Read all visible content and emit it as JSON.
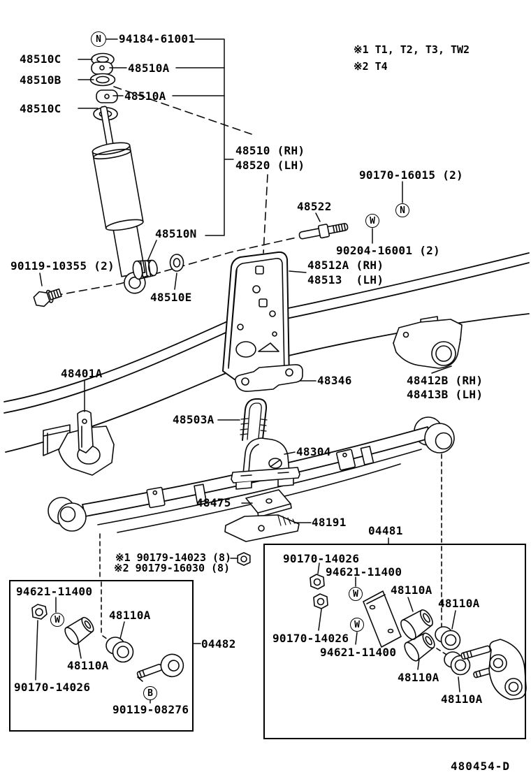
{
  "diagram": {
    "symbols": {
      "nut": "N",
      "washer": "W",
      "bolt": "B"
    },
    "notes": {
      "variant1": "※1 T1, T2, T3, TW2",
      "variant2": "※2 T4",
      "fastener1": "※1 90179-14023 (8)",
      "fastener2": "※2 90179-16030 (8)"
    },
    "drawing_code": "480454-D",
    "labels": [
      {
        "id": "nut-94184",
        "text": "94184-61001"
      },
      {
        "id": "48510C-upper",
        "text": "48510C"
      },
      {
        "id": "48510A-upper",
        "text": "48510A"
      },
      {
        "id": "48510B",
        "text": "48510B"
      },
      {
        "id": "48510A-lower",
        "text": "48510A"
      },
      {
        "id": "48510C-lower",
        "text": "48510C"
      },
      {
        "id": "shock-rh",
        "text": "48510 (RH)"
      },
      {
        "id": "shock-lh",
        "text": "48520 (LH)"
      },
      {
        "id": "nut-90170-16015",
        "text": "90170-16015 (2)"
      },
      {
        "id": "48522",
        "text": "48522"
      },
      {
        "id": "washer-90204",
        "text": "90204-16001 (2)"
      },
      {
        "id": "bracket-rh",
        "text": "48512A (RH)"
      },
      {
        "id": "bracket-lh",
        "text": "48513  (LH)"
      },
      {
        "id": "48510N",
        "text": "48510N"
      },
      {
        "id": "bolt-90119-10355",
        "text": "90119-10355 (2)"
      },
      {
        "id": "48510E",
        "text": "48510E"
      },
      {
        "id": "48401A",
        "text": "48401A"
      },
      {
        "id": "48346",
        "text": "48346"
      },
      {
        "id": "rear-bracket-rh",
        "text": "48412B (RH)"
      },
      {
        "id": "rear-bracket-lh",
        "text": "48413B (LH)"
      },
      {
        "id": "48503A",
        "text": "48503A"
      },
      {
        "id": "48304",
        "text": "48304"
      },
      {
        "id": "48475",
        "text": "48475"
      },
      {
        "id": "48191",
        "text": "48191"
      },
      {
        "id": "box-04481",
        "text": "04481"
      },
      {
        "id": "lbox-94621",
        "text": "94621-11400"
      },
      {
        "id": "lbox-48110A-1",
        "text": "48110A"
      },
      {
        "id": "lbox-48110A-2",
        "text": "48110A"
      },
      {
        "id": "lbox-90170",
        "text": "90170-14026"
      },
      {
        "id": "lbox-90119",
        "text": "90119-08276"
      },
      {
        "id": "box-04482",
        "text": "04482"
      },
      {
        "id": "rbox-90170-1",
        "text": "90170-14026"
      },
      {
        "id": "rbox-94621-1",
        "text": "94621-11400"
      },
      {
        "id": "rbox-48110A-1",
        "text": "48110A"
      },
      {
        "id": "rbox-48110A-2",
        "text": "48110A"
      },
      {
        "id": "rbox-90170-2",
        "text": "90170-14026"
      },
      {
        "id": "rbox-94621-2",
        "text": "94621-11400"
      },
      {
        "id": "rbox-48110A-3",
        "text": "48110A"
      },
      {
        "id": "rbox-48110A-4",
        "text": "48110A"
      }
    ]
  }
}
